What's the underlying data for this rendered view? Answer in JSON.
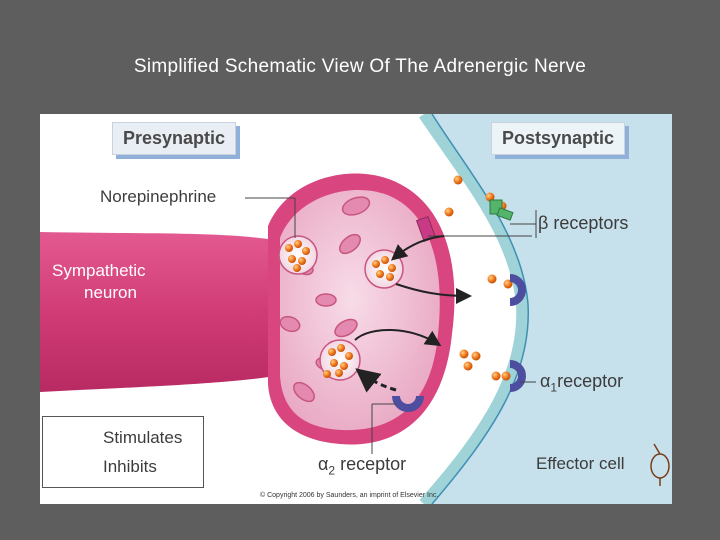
{
  "title": "Simplified Schematic View Of The Adrenergic Nerve",
  "labels": {
    "presynaptic": "Presynaptic",
    "postsynaptic": "Postsynaptic",
    "norepinephrine": "Norepinephrine",
    "sympathetic_line1": "Sympathetic",
    "sympathetic_line2": "neuron",
    "beta_symbol": "β",
    "beta_rest": " receptors",
    "alpha1_symbol": "α",
    "alpha1_sub": "1",
    "alpha1_rest": "receptor",
    "alpha2_symbol": "α",
    "alpha2_sub": "2",
    "alpha2_rest": " receptor",
    "effector_cell": "Effector cell"
  },
  "legend": {
    "stimulates": "Stimulates",
    "inhibits": "Inhibits"
  },
  "copyright": "© Copyright 2006 by Saunders, an imprint of Elsevier Inc.",
  "colors": {
    "background": "#5e5e5e",
    "neuron": "#d9457f",
    "terminal": "#f0c3d6",
    "postsynaptic_fill": "#c6e0ec",
    "membrane": "#a8d8dc",
    "transmitter": "#f07a1e",
    "receptor": "#5a5aa8"
  }
}
